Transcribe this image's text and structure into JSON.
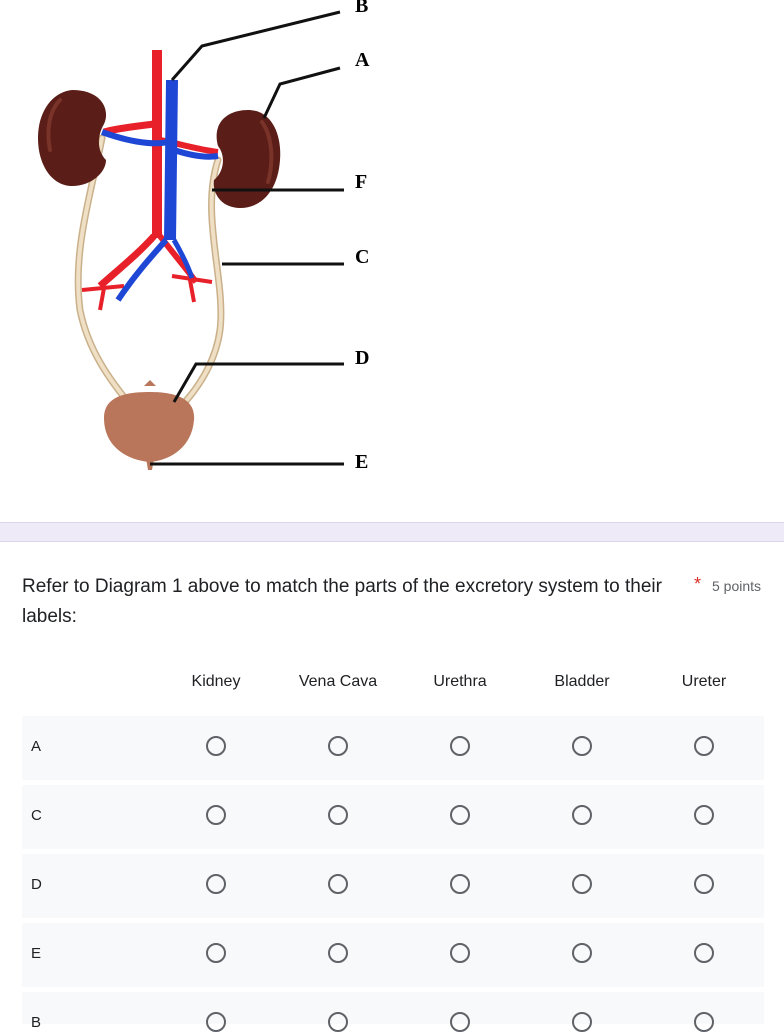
{
  "diagram": {
    "labels": {
      "b": "B",
      "a": "A",
      "f": "F",
      "c": "C",
      "d": "D",
      "e": "E"
    },
    "colors": {
      "artery": "#e8202a",
      "vein": "#1f47d6",
      "kidney": "#5a1d17",
      "bladder": "#b9765a",
      "ureter": "#e7d2b1"
    }
  },
  "question": {
    "title": "Refer to Diagram 1 above to match the parts of the excretory system to their labels:",
    "required_marker": "*",
    "points": "5 points",
    "columns": [
      "Kidney",
      "Vena Cava",
      "Urethra",
      "Bladder",
      "Ureter"
    ],
    "rows": [
      "A",
      "C",
      "D",
      "E",
      "B"
    ]
  }
}
